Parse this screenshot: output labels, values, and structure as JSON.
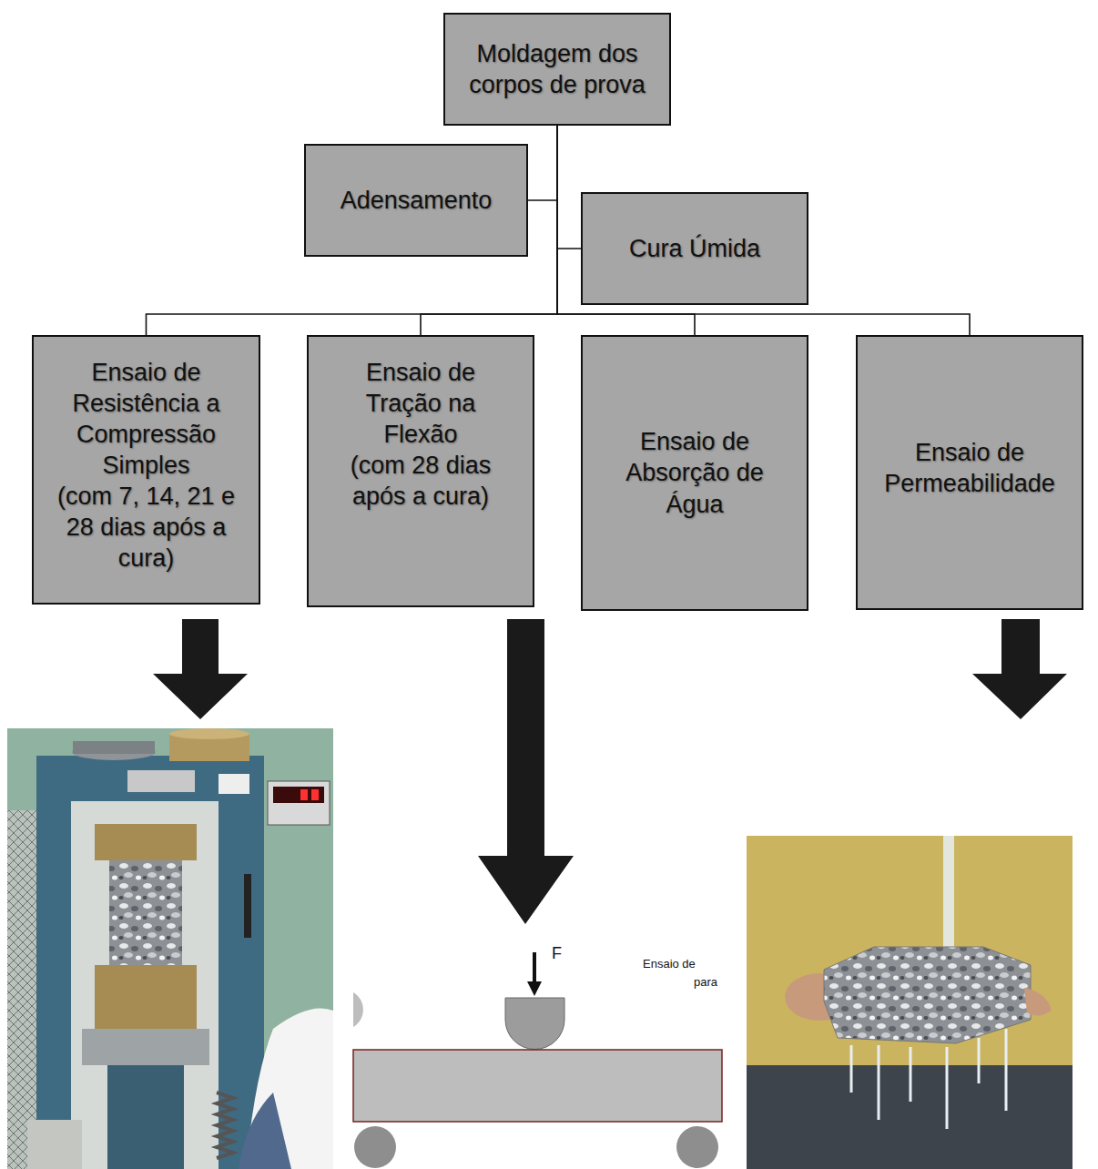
{
  "diagram": {
    "nodes": [
      {
        "text": [
          "Moldagem dos corpos de prova"
        ]
      },
      {
        "text": [
          "Adensamento"
        ]
      },
      {
        "text": [
          "Cura Úmida"
        ]
      },
      {
        "text": [
          "Ensaio de Resistência a Compressão Simples",
          "(com 7, 14, 21 e 28 dias após a cura)"
        ]
      },
      {
        "text": [
          "Ensaio de Tração na Flexão",
          "(com 28 dias após a cura)"
        ]
      },
      {
        "text": [
          "Ensaio de Absorção de Água"
        ]
      },
      {
        "text": [
          "Ensaio de Permeabilidade"
        ]
      }
    ],
    "edges": [
      {
        "from": 0,
        "to": 1,
        "arrow": "none"
      },
      {
        "from": 0,
        "to": 2,
        "arrow": "none"
      },
      {
        "from": 0,
        "to": 3,
        "arrow": "none"
      },
      {
        "from": 0,
        "to": 4,
        "arrow": "none"
      },
      {
        "from": 0,
        "to": 5,
        "arrow": "none"
      },
      {
        "from": 0,
        "to": 6,
        "arrow": "none"
      }
    ],
    "labels": [
      "F",
      "Ensaio de",
      "para"
    ]
  }
}
